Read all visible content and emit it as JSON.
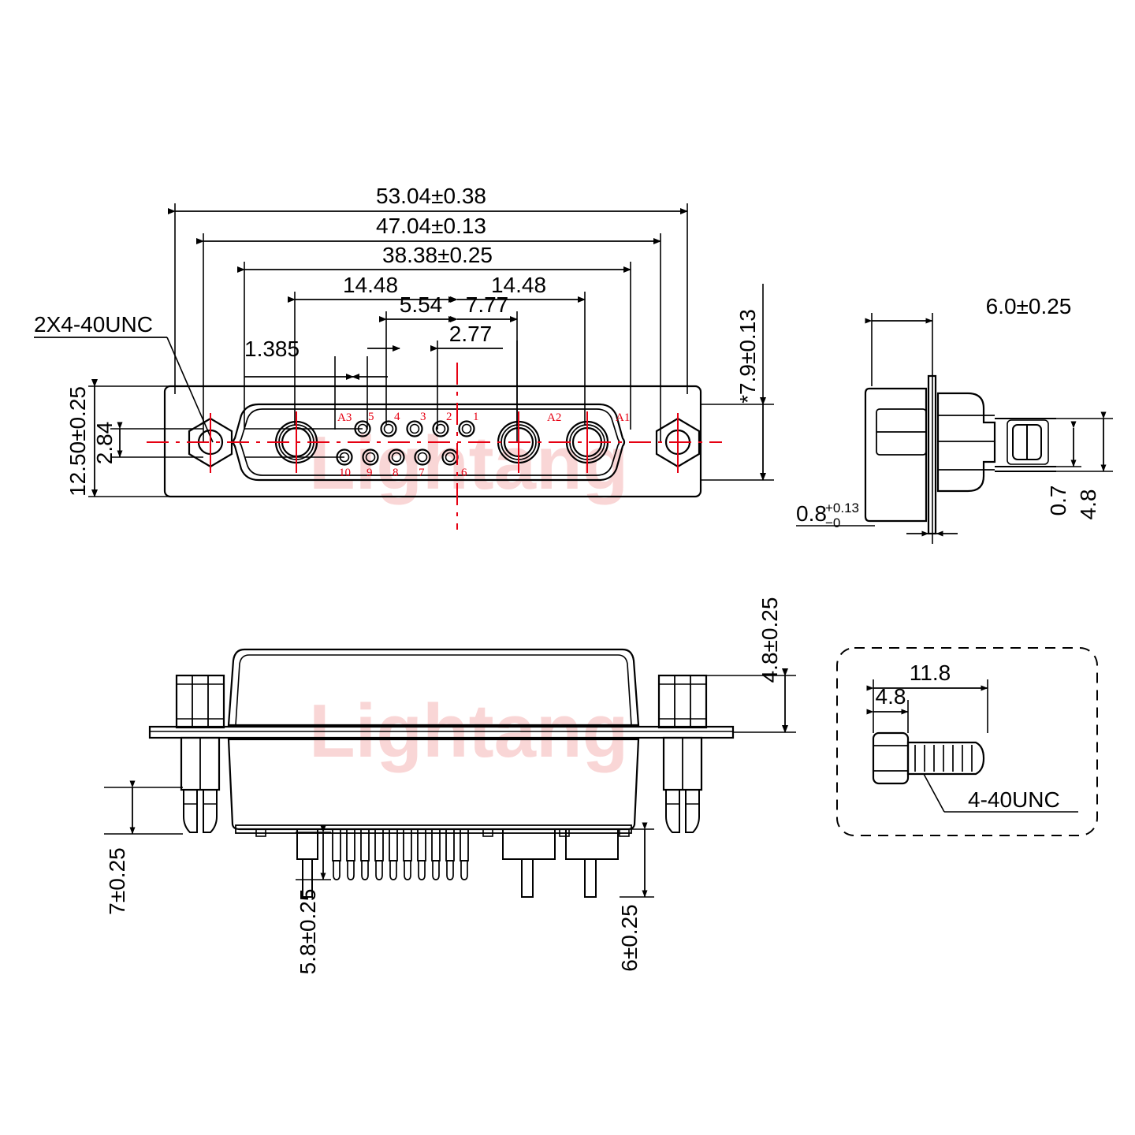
{
  "drawing": {
    "title": "D-SUB 13W3 Coaxial Connector Mechanical Drawing",
    "watermark": "Lightang",
    "watermark_color": "#f9cfcf",
    "line_color": "#000000",
    "center_line_color": "#e60012",
    "background": "#ffffff"
  },
  "top_view": {
    "dimensions": {
      "overall_width": "53.04±0.38",
      "mounting_hole_span": "47.04±0.13",
      "shell_width": "38.38±0.25",
      "left_half": "14.48",
      "right_half": "14.48",
      "pin_offset_a": "5.54",
      "pin_offset_b": "7.77",
      "pin_offset_c": "2.77",
      "pin_pitch": "1.385",
      "overall_height": "12.50±0.25",
      "pin_row_spacing": "2.84",
      "shell_height": "*7.9±0.13"
    },
    "thread_note": "2X4-40UNC",
    "contacts": {
      "coax_large": [
        "A3",
        "A2",
        "A1"
      ],
      "row_top": [
        "5",
        "4",
        "3",
        "2",
        "1"
      ],
      "row_bottom": [
        "10",
        "9",
        "8",
        "7",
        "6"
      ]
    }
  },
  "side_view": {
    "dimensions": {
      "depth": "6.0±0.25",
      "flange_thickness": "0.8",
      "flange_tol_upper": "+0.13",
      "flange_tol_lower": "−0",
      "tail_small": "0.7",
      "tail_large": "4.8"
    }
  },
  "bottom_view": {
    "dimensions": {
      "standoff_height": "4.8±0.25",
      "screw_tail_length": "7±0.25",
      "signal_pin_length": "5.8±0.25",
      "coax_pin_length": "6±0.25"
    }
  },
  "screw_detail": {
    "dimensions": {
      "total_length": "11.8",
      "hex_length": "4.8"
    },
    "thread_note": "4-40UNC"
  }
}
